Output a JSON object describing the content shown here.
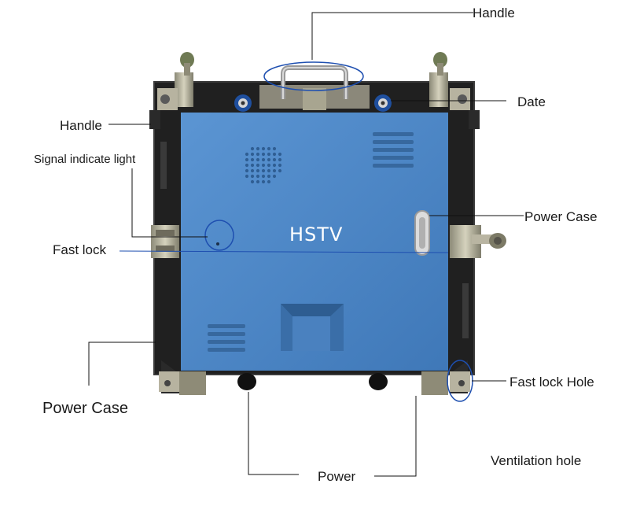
{
  "labels": {
    "handle_top": "Handle",
    "date": "Date",
    "handle_left": "Handle",
    "signal_light": "Signal indicate light",
    "power_case_right": "Power Case",
    "fast_lock": "Fast lock",
    "fast_lock_hole": "Fast lock Hole",
    "power_case_left": "Power Case",
    "ventilation_hole": "Ventilation hole",
    "power": "Power"
  },
  "panel": {
    "brand": "HSTV",
    "panel_color": "#4a86c7",
    "frame_color": "#1f1f1f",
    "callout_color": "#1e4fb0",
    "leader_color": "#111111"
  }
}
